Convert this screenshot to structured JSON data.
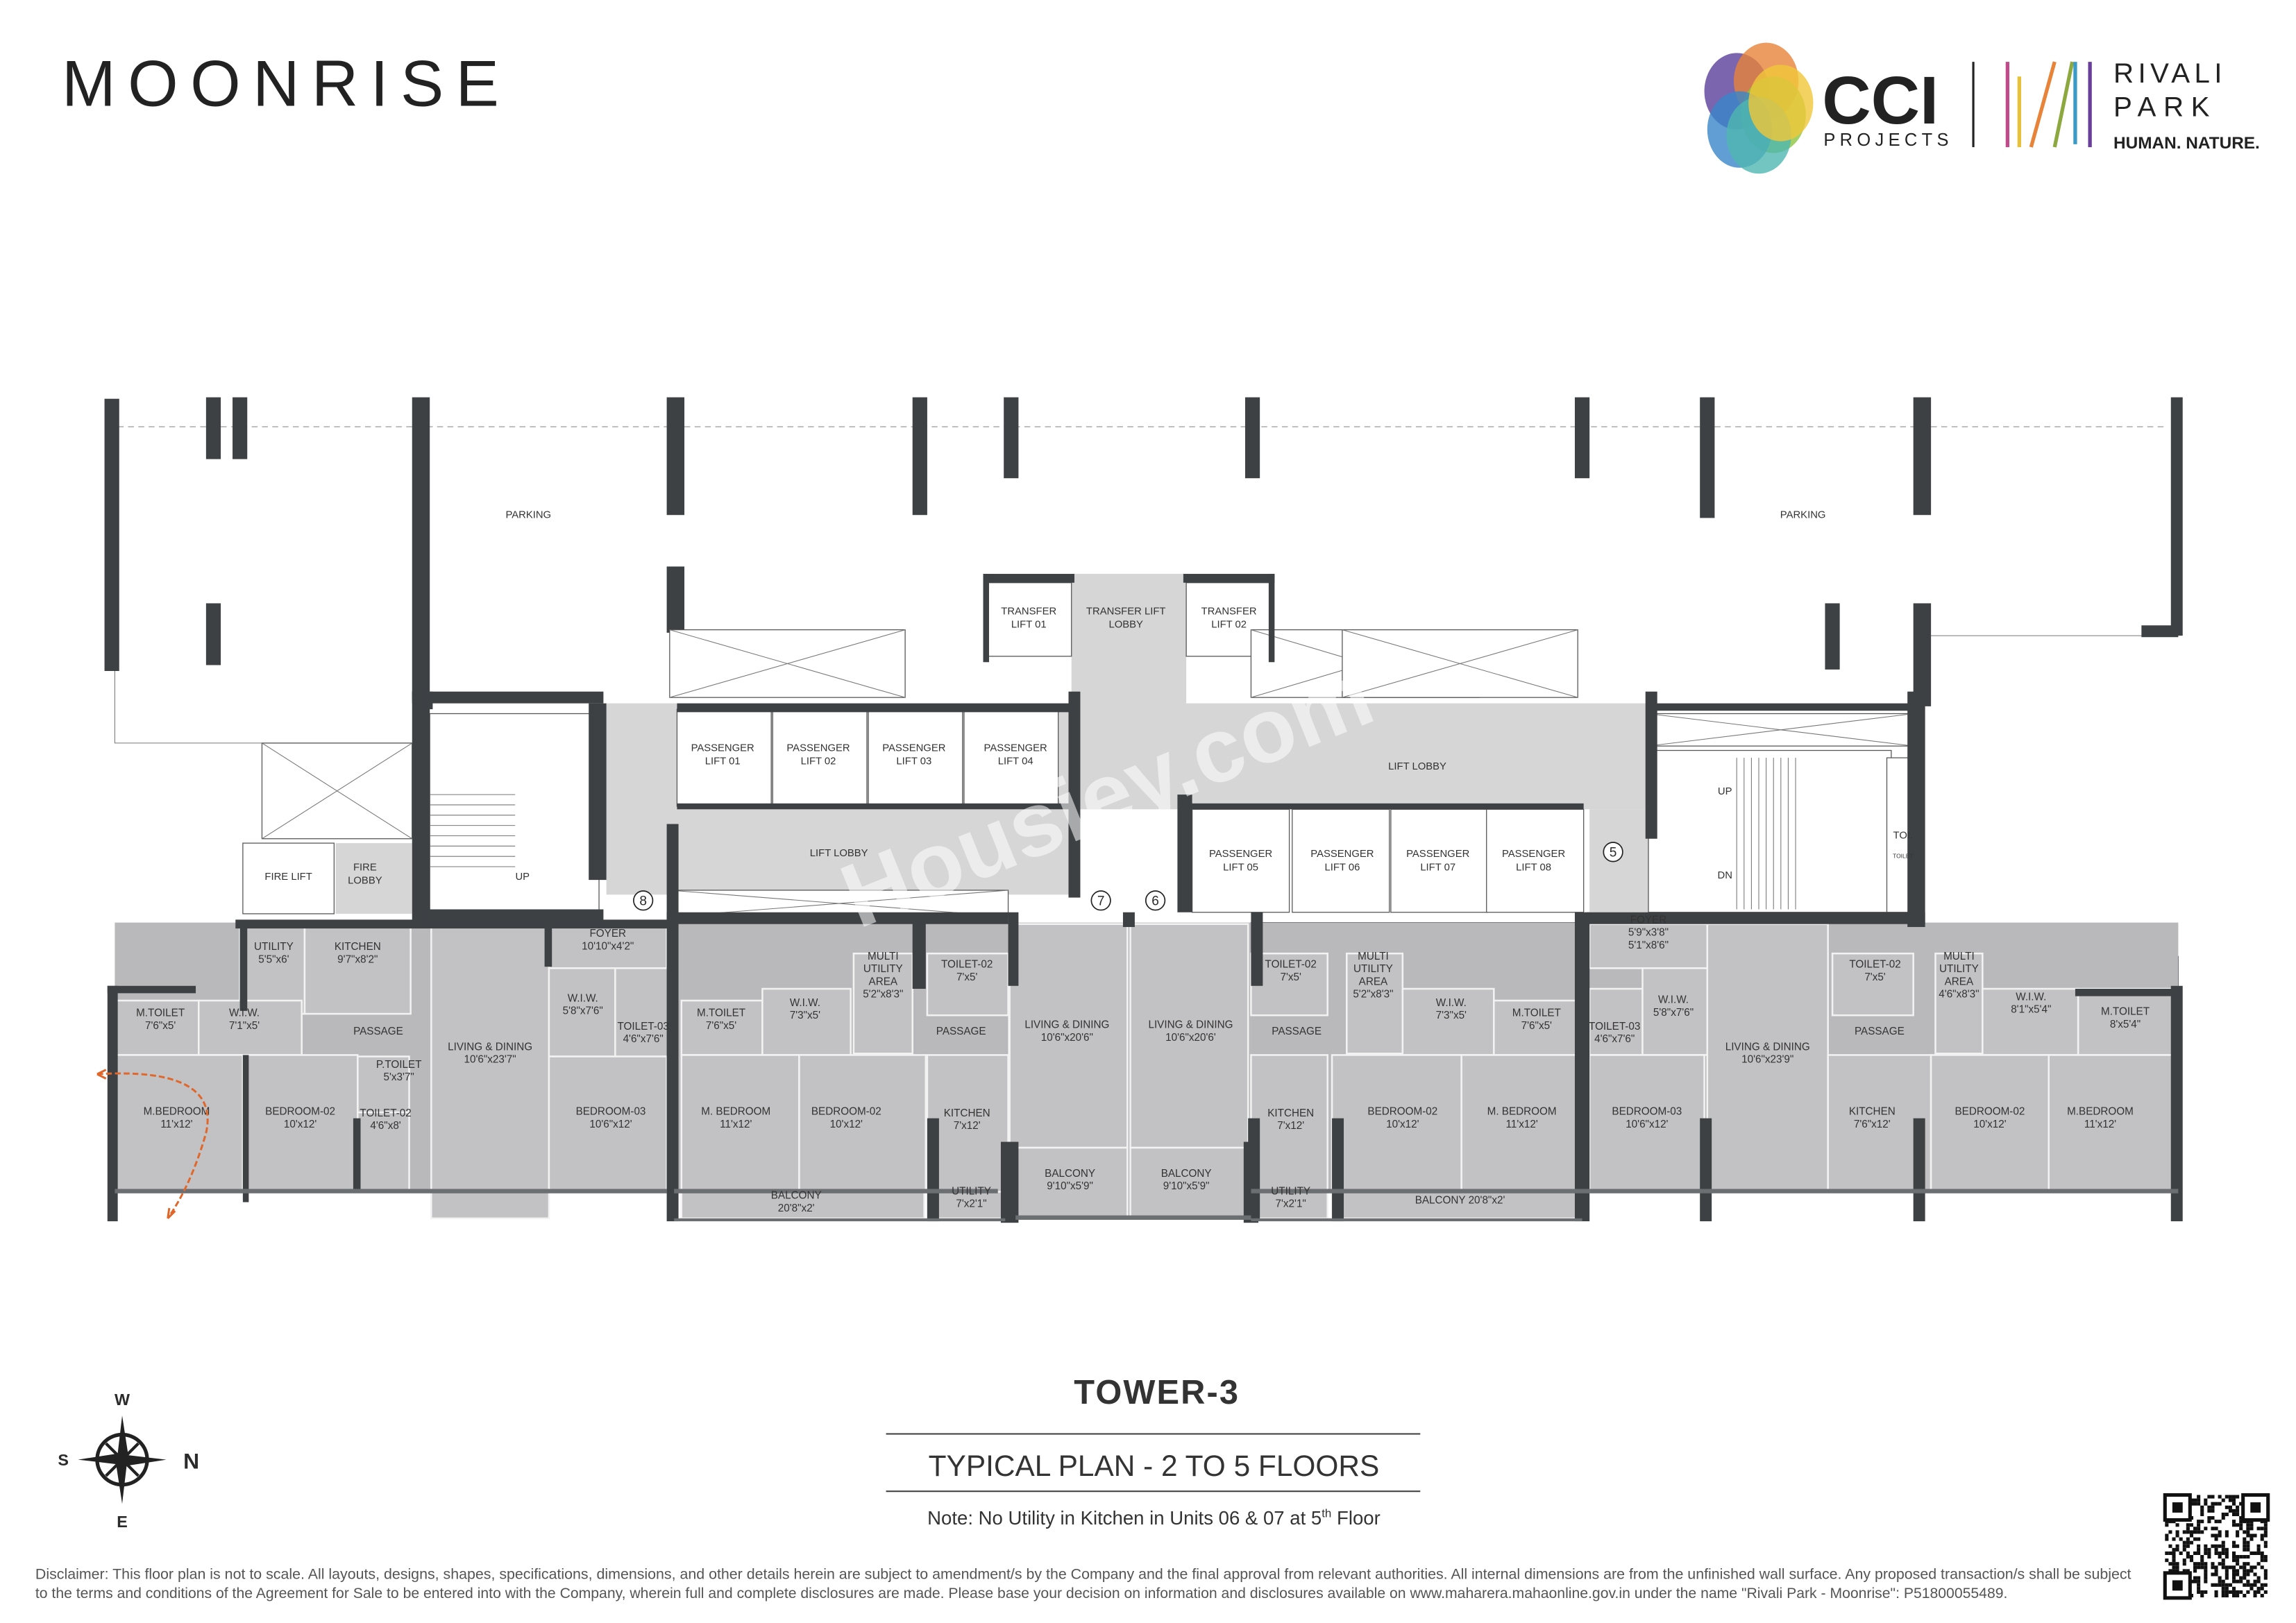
{
  "header": {
    "project_logo": "MOONRISE",
    "developer_logo": {
      "name": "CCI",
      "sub": "PROJECTS"
    },
    "park_logo": {
      "line1": "RIVALI",
      "line2": "PARK",
      "tagline": "HUMAN. NATURE."
    },
    "logo_colors": [
      "#5a3e9b",
      "#e8833a",
      "#f0c73a",
      "#8cc63f",
      "#3a86c8",
      "#4fb7b0",
      "#b03a8c"
    ]
  },
  "watermark": "Housiey.com",
  "core": {
    "parking_left": "PARKING",
    "parking_right": "PARKING",
    "transfer_lift_01": [
      "TRANSFER",
      "LIFT 01"
    ],
    "transfer_lobby": [
      "TRANSFER LIFT",
      "LOBBY"
    ],
    "transfer_lift_02": [
      "TRANSFER",
      "LIFT 02"
    ],
    "passenger_lifts": [
      [
        "PASSENGER",
        "LIFT 01"
      ],
      [
        "PASSENGER",
        "LIFT 02"
      ],
      [
        "PASSENGER",
        "LIFT 03"
      ],
      [
        "PASSENGER",
        "LIFT 04"
      ],
      [
        "PASSENGER",
        "LIFT 05"
      ],
      [
        "PASSENGER",
        "LIFT 06"
      ],
      [
        "PASSENGER",
        "LIFT 07"
      ],
      [
        "PASSENGER",
        "LIFT 08"
      ]
    ],
    "lift_lobby_1": "LIFT LOBBY",
    "lift_lobby_2": "LIFT LOBBY",
    "fire_lift": "FIRE LIFT",
    "fire_lobby": [
      "FIRE",
      "LOBBY"
    ],
    "stair_left_up": "UP",
    "stair_right_up": "UP",
    "stair_right_dn": "DN",
    "toilet_small": "TOI.",
    "toilet_small_sub": "TOILET",
    "unit_markers": [
      "8",
      "7",
      "6",
      "5"
    ]
  },
  "rooms": [
    {
      "unit": "8",
      "name": "UTILITY",
      "dim": "5'5\"x6'"
    },
    {
      "unit": "8",
      "name": "KITCHEN",
      "dim": "9'7\"x8'2\""
    },
    {
      "unit": "8",
      "name": "M.TOILET",
      "dim": "7'6\"x5'"
    },
    {
      "unit": "8",
      "name": "W.I.W.",
      "dim": "7'1\"x5'"
    },
    {
      "unit": "8",
      "name": "PASSAGE",
      "dim": ""
    },
    {
      "unit": "8",
      "name": "P.TOILET",
      "dim": "5'x3'7\""
    },
    {
      "unit": "8",
      "name": "LIVING & DINING",
      "dim": "10'6\"x23'7\""
    },
    {
      "unit": "8",
      "name": "FOYER",
      "dim": "10'10\"x4'2\""
    },
    {
      "unit": "8",
      "name": "W.I.W.",
      "dim": "5'8\"x7'6\""
    },
    {
      "unit": "8",
      "name": "TOILET-03",
      "dim": "4'6\"x7'6\""
    },
    {
      "unit": "8",
      "name": "M.BEDROOM",
      "dim": "11'x12'"
    },
    {
      "unit": "8",
      "name": "BEDROOM-02",
      "dim": "10'x12'"
    },
    {
      "unit": "8",
      "name": "TOILET-02",
      "dim": "4'6\"x8'"
    },
    {
      "unit": "8",
      "name": "BEDROOM-03",
      "dim": "10'6\"x12'"
    },
    {
      "unit": "7",
      "name": "M.TOILET",
      "dim": "7'6\"x5'"
    },
    {
      "unit": "7",
      "name": "W.I.W.",
      "dim": "7'3\"x5'"
    },
    {
      "unit": "7",
      "name": "MULTI UTILITY AREA",
      "dim": "5'2\"x8'3\""
    },
    {
      "unit": "7",
      "name": "TOILET-02",
      "dim": "7'x5'"
    },
    {
      "unit": "7",
      "name": "PASSAGE",
      "dim": ""
    },
    {
      "unit": "7",
      "name": "LIVING & DINING",
      "dim": "10'6\"x20'6\""
    },
    {
      "unit": "7",
      "name": "M. BEDROOM",
      "dim": "11'x12'"
    },
    {
      "unit": "7",
      "name": "BEDROOM-02",
      "dim": "10'x12'"
    },
    {
      "unit": "7",
      "name": "KITCHEN",
      "dim": "7'x12'"
    },
    {
      "unit": "7",
      "name": "BALCONY",
      "dim": "20'8\"x2'"
    },
    {
      "unit": "7",
      "name": "UTILITY",
      "dim": "7'x2'1\""
    },
    {
      "unit": "7",
      "name": "BALCONY",
      "dim": "9'10\"x5'9\""
    },
    {
      "unit": "6",
      "name": "LIVING & DINING",
      "dim": "10'6\"x20'6'"
    },
    {
      "unit": "6",
      "name": "BALCONY",
      "dim": "9'10\"x5'9\""
    },
    {
      "unit": "6",
      "name": "TOILET-02",
      "dim": "7'x5'"
    },
    {
      "unit": "6",
      "name": "MULTI UTILITY AREA",
      "dim": "5'2\"x8'3\""
    },
    {
      "unit": "6",
      "name": "PASSAGE",
      "dim": ""
    },
    {
      "unit": "6",
      "name": "W.I.W.",
      "dim": "7'3\"x5'"
    },
    {
      "unit": "6",
      "name": "M.TOILET",
      "dim": "7'6\"x5'"
    },
    {
      "unit": "6",
      "name": "KITCHEN",
      "dim": "7'x12'"
    },
    {
      "unit": "6",
      "name": "BEDROOM-02",
      "dim": "10'x12'"
    },
    {
      "unit": "6",
      "name": "M. BEDROOM",
      "dim": "11'x12'"
    },
    {
      "unit": "6",
      "name": "UTILITY",
      "dim": "7'x2'1\""
    },
    {
      "unit": "6",
      "name": "BALCONY 20'8\"x2'",
      "dim": ""
    },
    {
      "unit": "5",
      "name": "FOYER",
      "dim": "5'9\"x3'8\"",
      "dim2": "5'1\"x8'6\""
    },
    {
      "unit": "5",
      "name": "TOILET-03",
      "dim": "4'6\"x7'6\""
    },
    {
      "unit": "5",
      "name": "W.I.W.",
      "dim": "5'8\"x7'6\""
    },
    {
      "unit": "5",
      "name": "BEDROOM-03",
      "dim": "10'6\"x12'"
    },
    {
      "unit": "5",
      "name": "LIVING & DINING",
      "dim": "10'6\"x23'9\""
    },
    {
      "unit": "5",
      "name": "TOILET-02",
      "dim": "7'x5'"
    },
    {
      "unit": "5",
      "name": "MULTI UTILITY AREA",
      "dim": "4'6\"x8'3\""
    },
    {
      "unit": "5",
      "name": "PASSAGE",
      "dim": ""
    },
    {
      "unit": "5",
      "name": "W.I.W.",
      "dim": "8'1\"x5'4\""
    },
    {
      "unit": "5",
      "name": "M.TOILET",
      "dim": "8'x5'4\""
    },
    {
      "unit": "5",
      "name": "KITCHEN",
      "dim": "7'6\"x12'"
    },
    {
      "unit": "5",
      "name": "BEDROOM-02",
      "dim": "10'x12'"
    },
    {
      "unit": "5",
      "name": "M.BEDROOM",
      "dim": "11'x12'"
    }
  ],
  "compass": {
    "top": "W",
    "bottom": "E",
    "left": "S",
    "right": "N"
  },
  "title": {
    "tower": "TOWER-3",
    "plan": "TYPICAL PLAN - 2 TO 5 FLOORS",
    "note_before": "Note: No Utility in Kitchen in Units 06 & 07 at 5",
    "note_sup": "th",
    "note_after": " Floor"
  },
  "disclaimer": {
    "line1": "Disclaimer: This floor plan is not to scale. All layouts, designs, shapes, specifications, dimensions, and other details herein are subject to amendment/s by the Company and the final approval from relevant authorities. All internal dimensions are from the unfinished wall surface. Any proposed transaction/s shall be subject",
    "line2": "to the terms and conditions of the Agreement for Sale to be entered into with the Company, wherein full and complete disclosures are made. Please base your decision on information and disclosures available on www.maharera.mahaonline.gov.in under the name \"Rivali Park - Moonrise\": P51800055489."
  },
  "accent_colors": {
    "wall": "#3d4144",
    "unit_fill": "#b9b8ba",
    "lobby_fill": "#d6d6d6",
    "exit_arrow": "#e0662a"
  }
}
